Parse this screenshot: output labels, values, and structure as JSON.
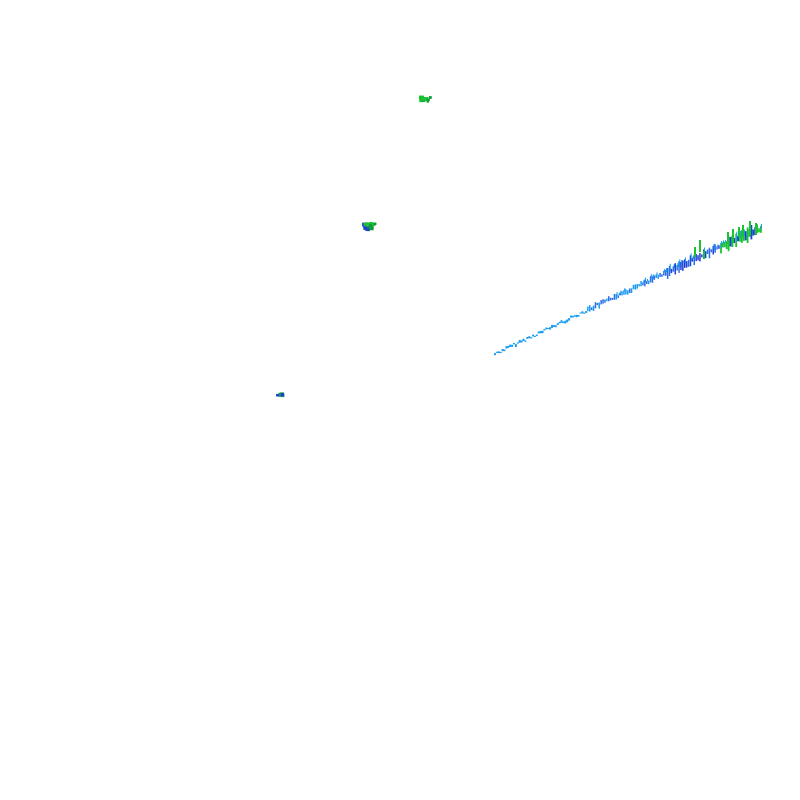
{
  "image": {
    "background_color": "#ffffff",
    "palette": {
      "cyan": "#1a9cf0",
      "blue": "#1f3fd6",
      "mid_blue": "#2a6fe8",
      "green": "#19c431",
      "dark_green": "#0f9a3a"
    }
  },
  "elements": {
    "track": {
      "kind": "linear-track",
      "colors": [
        "cyan",
        "mid_blue",
        "blue",
        "green"
      ]
    },
    "clusters": [
      {
        "id": "cluster-top",
        "kind": "hit-cluster",
        "colors": [
          "green",
          "dark_green"
        ]
      },
      {
        "id": "cluster-middle",
        "kind": "hit-cluster",
        "colors": [
          "green",
          "blue"
        ]
      },
      {
        "id": "cluster-left",
        "kind": "hit-cluster",
        "colors": [
          "blue",
          "green"
        ]
      }
    ]
  }
}
